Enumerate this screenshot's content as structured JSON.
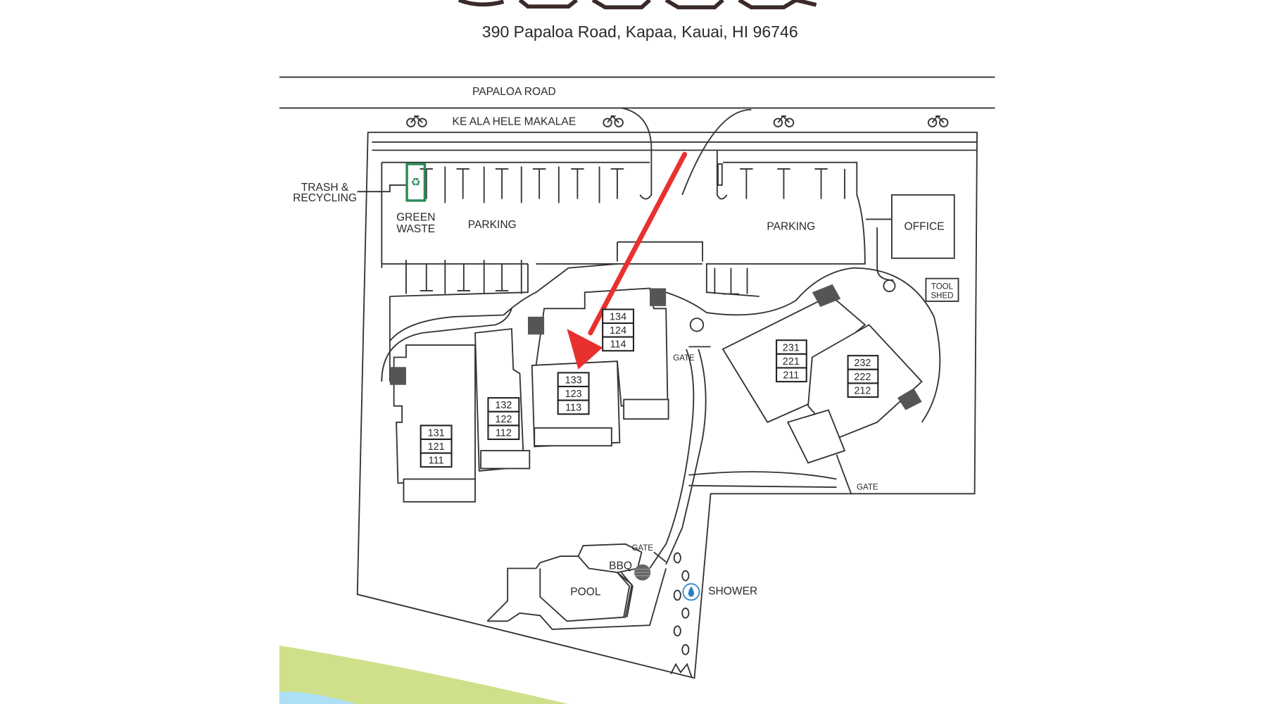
{
  "header": {
    "logo_text": "Kauai",
    "address": "390 Papaloa Road, Kapaa, Kauai, HI 96746"
  },
  "roads": {
    "main_road": "PAPALOA ROAD",
    "bike_path": "KE ALA HELE MAKALAE",
    "bike_icon": "bicycle-icon"
  },
  "labels": {
    "trash_line1": "TRASH &",
    "trash_line2": "RECYCLING",
    "green_line1": "GREEN",
    "green_line2": "WASTE",
    "parking_west": "PARKING",
    "parking_east": "PARKING",
    "office": "OFFICE",
    "tool_line1": "TOOL",
    "tool_line2": "SHED",
    "gate": "GATE",
    "pool": "POOL",
    "bbq": "BBQ",
    "shower": "SHOWER"
  },
  "buildings": [
    {
      "units": [
        "131",
        "121",
        "111"
      ]
    },
    {
      "units": [
        "132",
        "122",
        "112"
      ]
    },
    {
      "units": [
        "133",
        "123",
        "113"
      ]
    },
    {
      "units": [
        "134",
        "124",
        "114"
      ]
    },
    {
      "units": [
        "231",
        "221",
        "211"
      ]
    },
    {
      "units": [
        "232",
        "222",
        "212"
      ]
    }
  ],
  "highlight": {
    "unit": "133",
    "arrow_color": "#e8312f"
  },
  "colors": {
    "green_waste": "#2e8b57",
    "lawn": "#cfe08a",
    "water": "#aee0f5",
    "shower": "#2a7fc0"
  }
}
